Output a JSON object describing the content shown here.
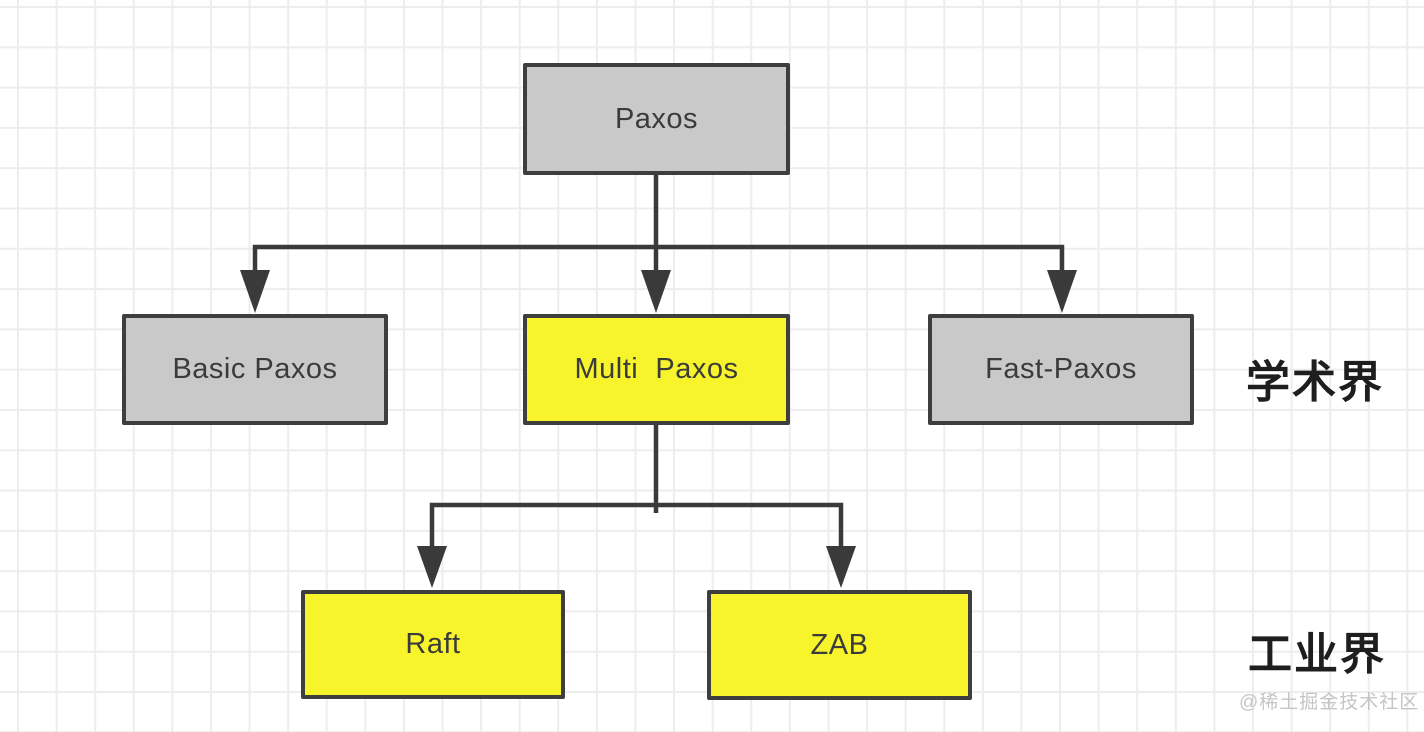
{
  "diagram": {
    "type": "tree",
    "nodes": [
      {
        "id": "paxos",
        "label": "Paxos",
        "fill": "gray",
        "level": 1
      },
      {
        "id": "basic-paxos",
        "label": "Basic Paxos",
        "fill": "gray",
        "level": 2
      },
      {
        "id": "multi-paxos",
        "label": "Multi  Paxos",
        "fill": "yellow",
        "level": 2
      },
      {
        "id": "fast-paxos",
        "label": "Fast-Paxos",
        "fill": "gray",
        "level": 2
      },
      {
        "id": "raft",
        "label": "Raft",
        "fill": "yellow",
        "level": 3
      },
      {
        "id": "zab",
        "label": "ZAB",
        "fill": "yellow",
        "level": 3
      }
    ],
    "edges": [
      {
        "from": "Paxos",
        "to": "Basic Paxos"
      },
      {
        "from": "Paxos",
        "to": "Multi Paxos"
      },
      {
        "from": "Paxos",
        "to": "Fast-Paxos"
      },
      {
        "from": "Multi Paxos",
        "to": "Raft"
      },
      {
        "from": "Multi Paxos",
        "to": "ZAB"
      }
    ],
    "annotations": {
      "academic": "学术界",
      "industry": "工业界"
    },
    "watermark": "@稀土掘金技术社区",
    "colors": {
      "node_gray_fill": "#c9c9c9",
      "node_yellow_fill": "#f7f42c",
      "node_border": "#3e3e3e",
      "connector_line": "#3a3a3a",
      "node_text": "#3b3b3b",
      "annotation_text": "#1e1e1e",
      "watermark_text": "#c5c5c5",
      "grid_line": "#ededed",
      "background": "#ffffff"
    }
  }
}
